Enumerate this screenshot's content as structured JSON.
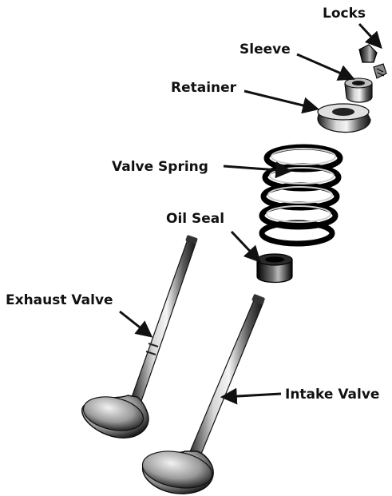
{
  "labels": {
    "locks": "Locks",
    "sleeve": "Sleeve",
    "retainer": "Retainer",
    "valve_spring": "Valve Spring",
    "oil_seal": "Oil Seal",
    "exhaust_valve": "Exhaust Valve",
    "intake_valve": "Intake Valve"
  }
}
